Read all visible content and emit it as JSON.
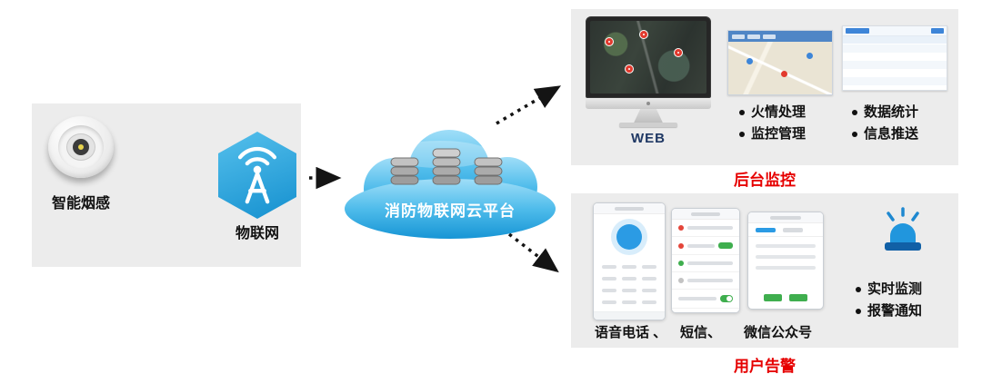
{
  "device_panel": {
    "smoke_detector_label": "智能烟感",
    "iot_label": "物联网"
  },
  "cloud": {
    "label": "消防物联网云平台"
  },
  "backend_panel": {
    "web_label": "WEB",
    "bullets_left": [
      "火情处理",
      "监控管理"
    ],
    "bullets_right": [
      "数据统计",
      "信息推送"
    ],
    "caption": "后台监控"
  },
  "user_panel": {
    "channels": [
      "语音电话 、",
      "短信、",
      "微信公众号"
    ],
    "bullets": [
      "实时监测",
      "报警通知"
    ],
    "caption": "用户告警"
  },
  "colors": {
    "panel_bg": "#ececec",
    "iot_blue": "#1e9ad6",
    "cloud_blue": "#2aa7e0",
    "caption_red": "#e60000"
  }
}
